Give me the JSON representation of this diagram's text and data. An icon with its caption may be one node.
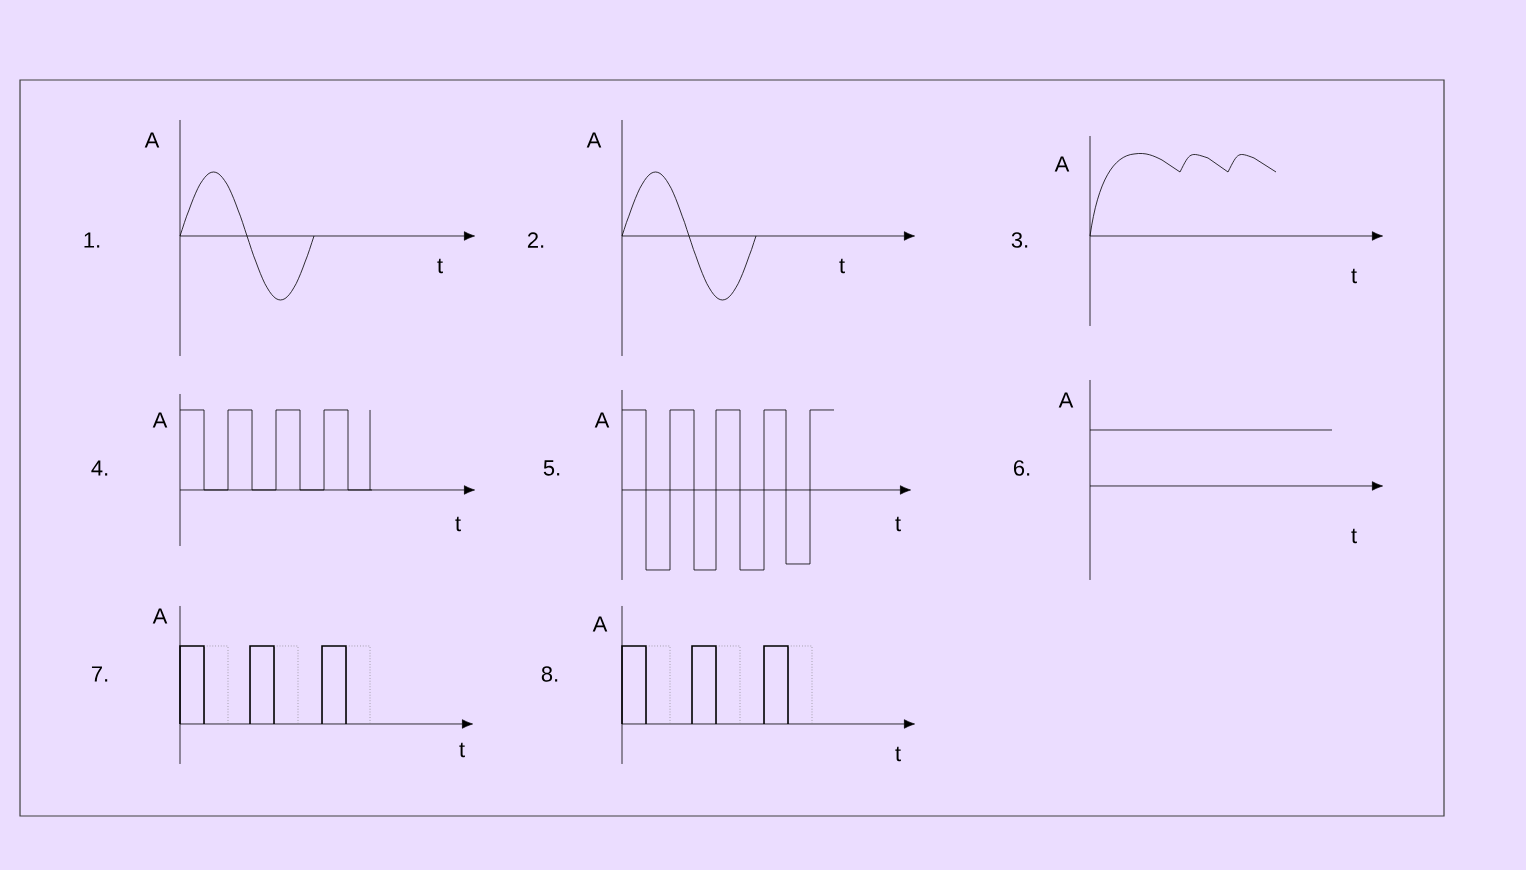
{
  "diagram": {
    "labels": [
      "1.",
      "A",
      "t",
      "2.",
      "A",
      "t",
      "3.",
      "A",
      "t",
      "4.",
      "A",
      "t",
      "5.",
      "A",
      "t",
      "6.",
      "A",
      "t",
      "7.",
      "A",
      "t",
      "8.",
      "A",
      "t"
    ]
  }
}
